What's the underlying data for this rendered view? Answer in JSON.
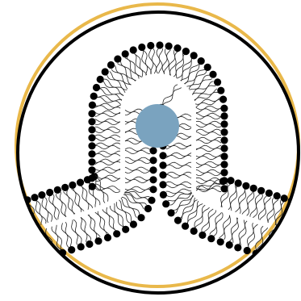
{
  "diagram": {
    "subject": "lipid-bilayer-tubule",
    "colors": {
      "background": "#ffffff",
      "outer_ring": "#e9b84a",
      "inner_ring": "#000000",
      "head_group": "#000000",
      "tail": "#222222",
      "protein": "#7aa3bf"
    },
    "icons": [
      "outer-ring",
      "cell-boundary-ring",
      "bilayer-tube",
      "lipid-head",
      "lipid-tail",
      "protein-sphere"
    ]
  }
}
